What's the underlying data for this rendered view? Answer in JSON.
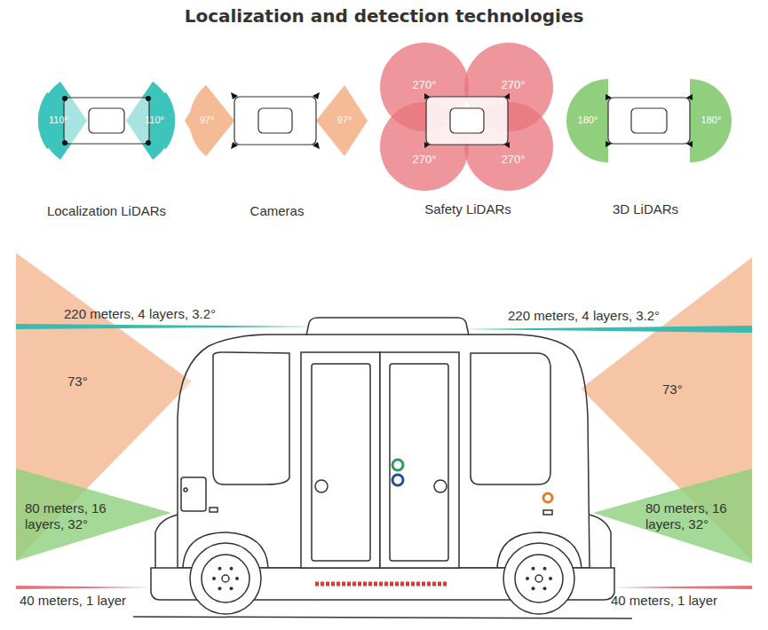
{
  "diagram": {
    "title": "Localization and detection technologies",
    "labels": [
      "110°",
      "110°",
      "97°",
      "97°",
      "270°",
      "270°",
      "270°",
      "270°",
      "180°",
      "180°",
      "Localization LiDARs",
      "Cameras",
      "Safety LiDARs",
      "3D LiDARs",
      "220 meters, 4 layers, 3.2°",
      "220 meters, 4 layers, 3.2°",
      "73°",
      "73°",
      "80 meters, 16 layers, 32°",
      "80 meters, 16 layers, 32°",
      "40 meters, 1 layer",
      "40 meters, 1 layer"
    ]
  }
}
